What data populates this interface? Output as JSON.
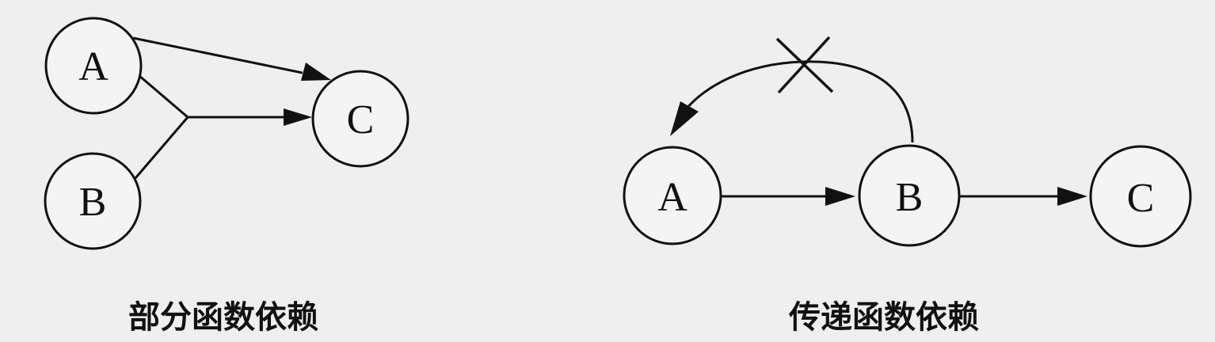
{
  "diagram_left": {
    "caption": "部分函数依赖",
    "nodes": {
      "a": "A",
      "b": "B",
      "c": "C"
    }
  },
  "diagram_right": {
    "caption": "传递函数依赖",
    "nodes": {
      "a": "A",
      "b": "B",
      "c": "C"
    }
  },
  "colors": {
    "background": "#efefef",
    "ink": "#111111"
  }
}
